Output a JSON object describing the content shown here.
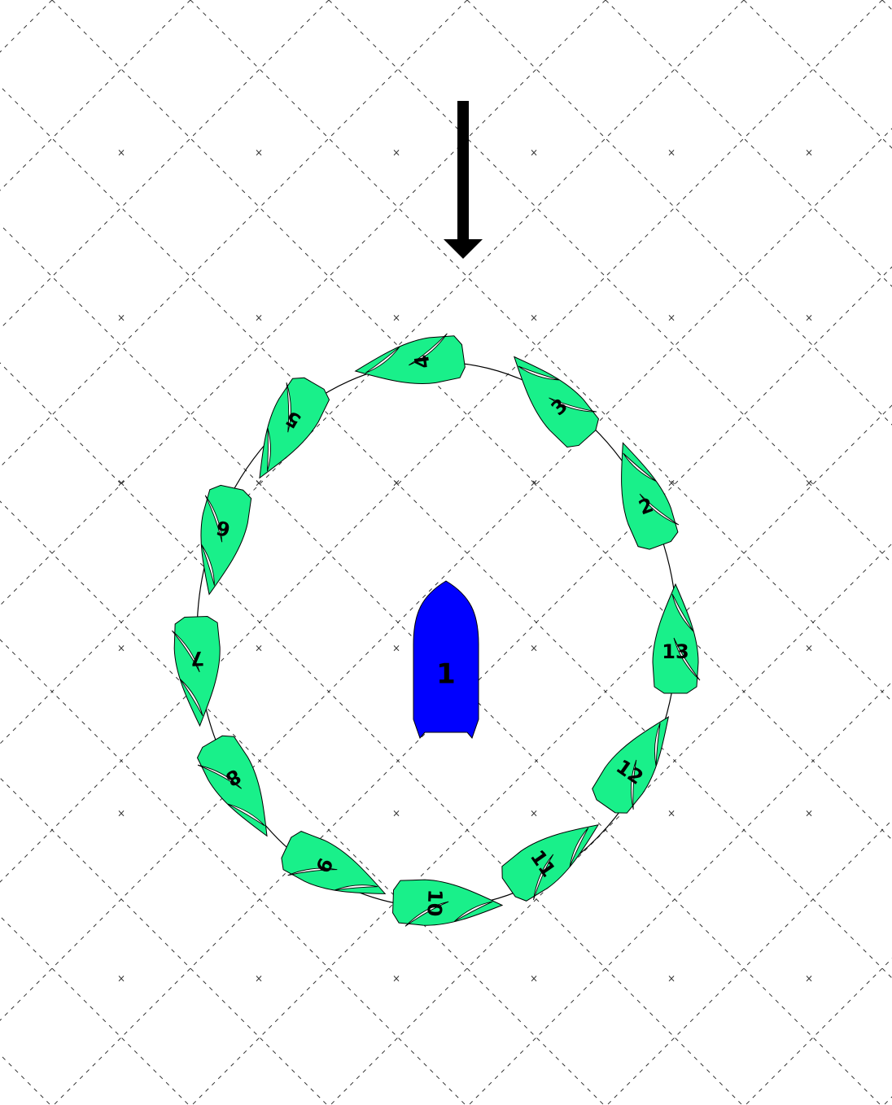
{
  "diagram": {
    "wind_indicator": "wind-arrow-down",
    "colors": {
      "fleet_hull": "#19F08A",
      "mark_boat": "#0000FF",
      "grid": "#333333",
      "arrow": "#000000"
    },
    "grid_mark_glyph": "×",
    "mark_boat": {
      "label": "1"
    },
    "boats": [
      {
        "label": "2"
      },
      {
        "label": "3"
      },
      {
        "label": "4"
      },
      {
        "label": "5"
      },
      {
        "label": "6"
      },
      {
        "label": "7"
      },
      {
        "label": "8"
      },
      {
        "label": "9"
      },
      {
        "label": "10"
      },
      {
        "label": "11"
      },
      {
        "label": "12"
      },
      {
        "label": "13"
      }
    ]
  }
}
